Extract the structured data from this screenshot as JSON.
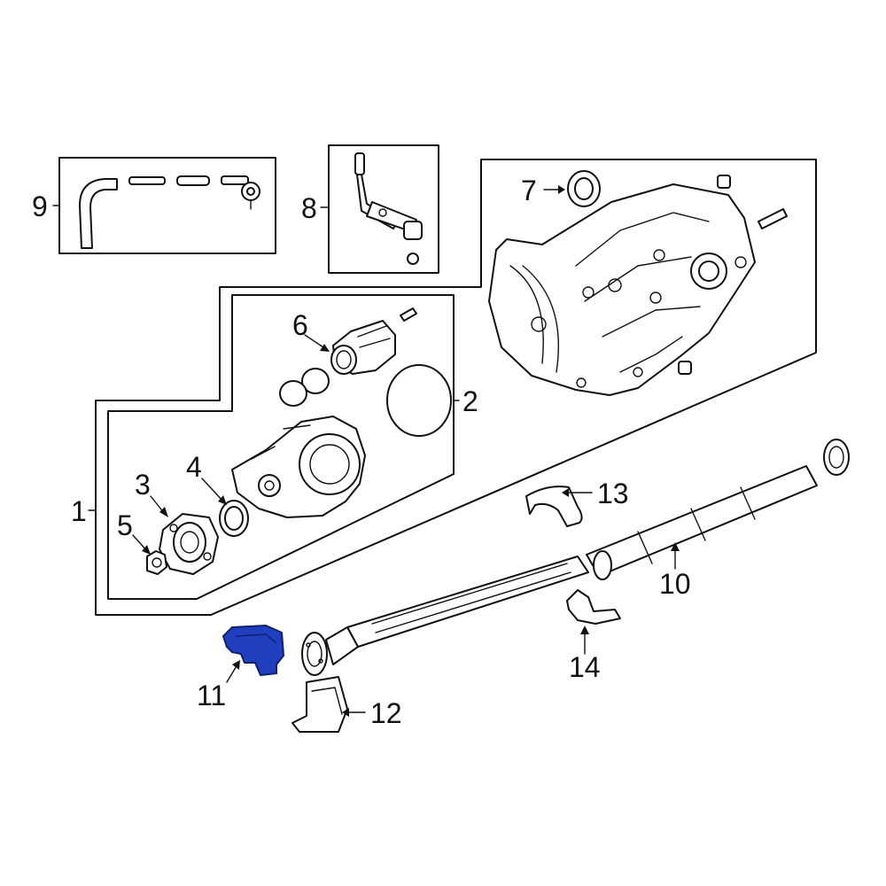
{
  "callouts": {
    "c1": "1",
    "c2": "2",
    "c3": "3",
    "c4": "4",
    "c5": "5",
    "c6": "6",
    "c7": "7",
    "c8": "8",
    "c9": "9",
    "c10": "10",
    "c11": "11",
    "c12": "12",
    "c13": "13",
    "c14": "14"
  },
  "highlight_color": "#1f3fbf",
  "highlighted_part": "11"
}
